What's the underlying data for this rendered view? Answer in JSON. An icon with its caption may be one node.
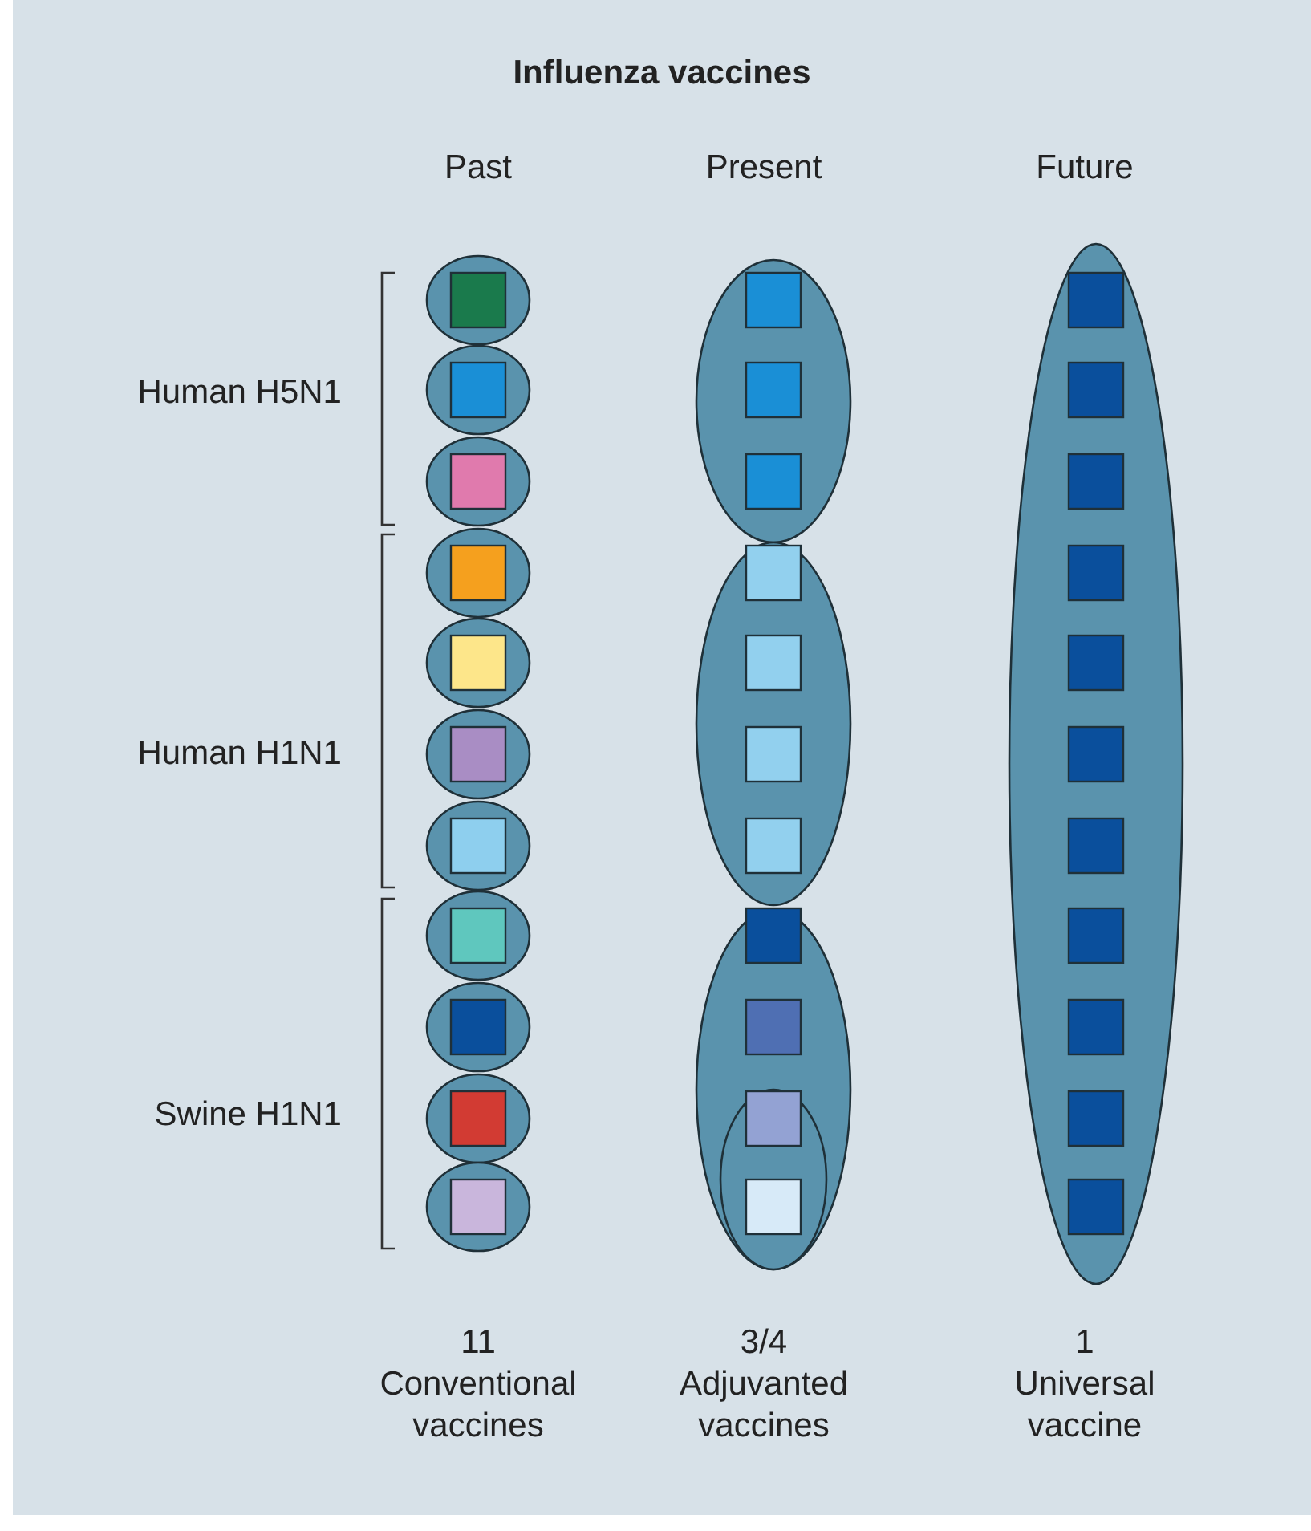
{
  "diagram": {
    "title": "Influenza vaccines",
    "labels": [
      "Past",
      "Present",
      "Future",
      "Human H5N1",
      "Human H1N1",
      "Swine H1N1",
      "11",
      "Conventional vaccines",
      "3/4",
      "Adjuvanted vaccines",
      "1",
      "Universal vaccine"
    ]
  }
}
